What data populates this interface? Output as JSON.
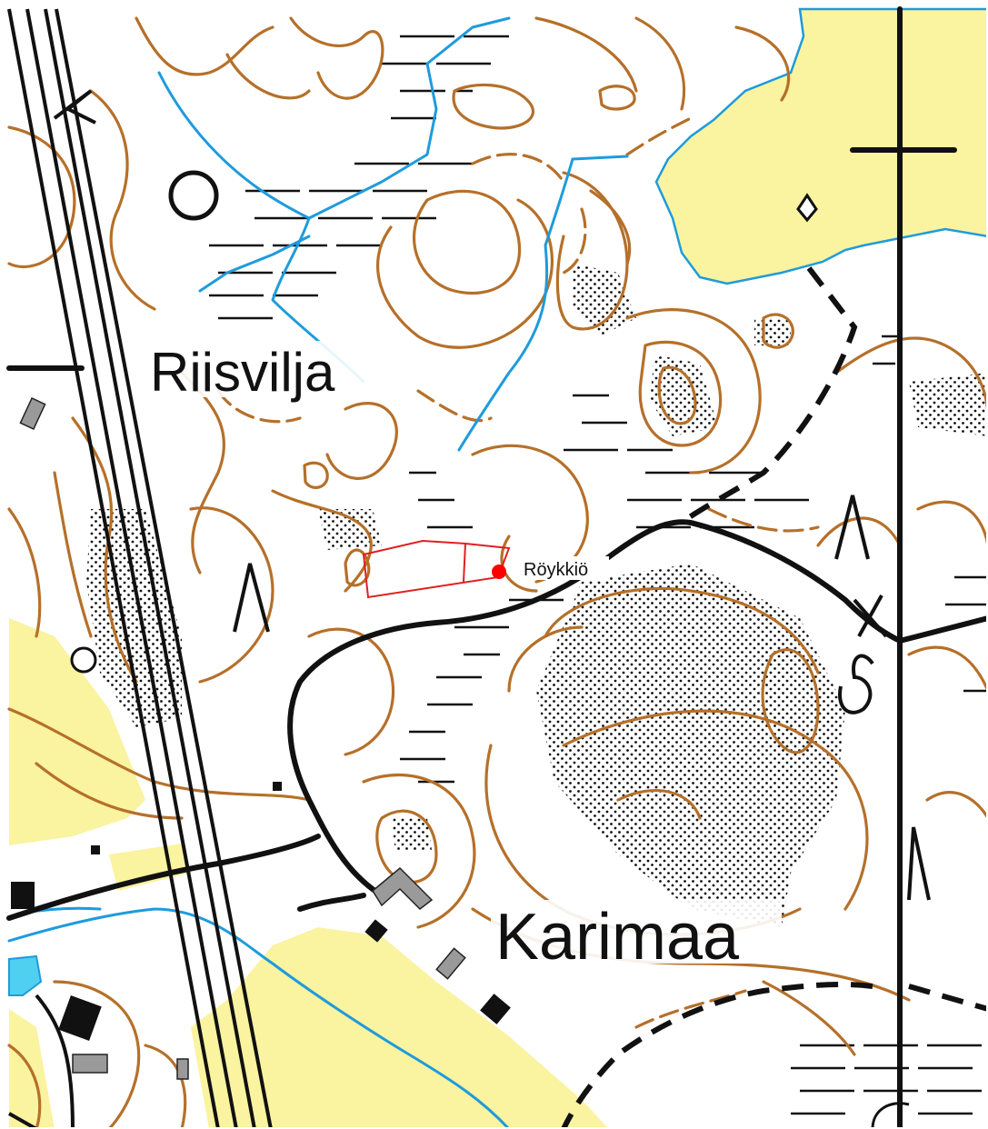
{
  "map": {
    "type": "topographic",
    "colors": {
      "contour": "#b5702a",
      "water": "#1e9bdc",
      "field": "#faf3a0",
      "road": "#111111",
      "marker": "#ff0000"
    },
    "place_names": [
      {
        "id": "riisvilja",
        "text": "Riisvilja"
      },
      {
        "id": "karimaa",
        "text": "Karimaa"
      }
    ],
    "marker": {
      "label": "Röykkiö",
      "style": "red dot with red outlined area"
    }
  }
}
